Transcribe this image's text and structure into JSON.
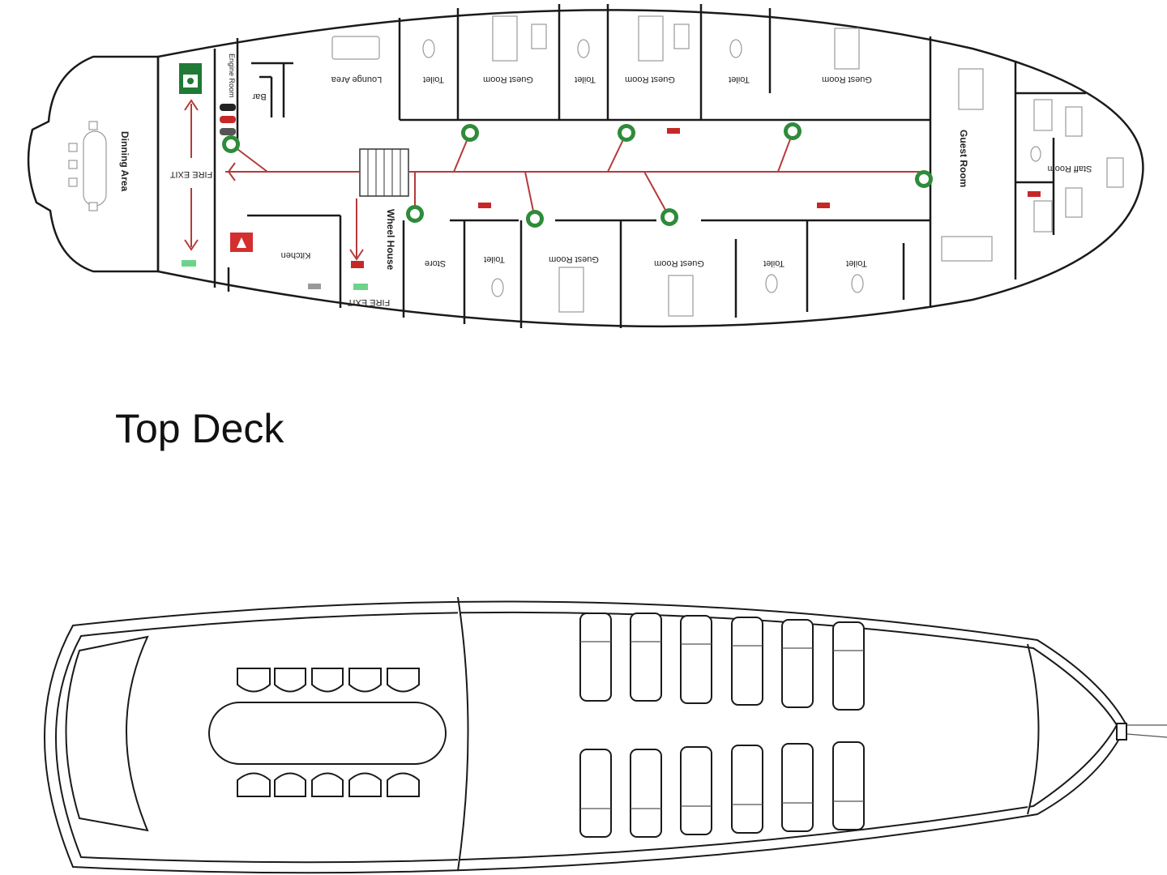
{
  "main_deck": {
    "dining_area": "Dinning Area",
    "engine_room": "Engine Room",
    "bar": "Bar",
    "lounge_area": "Lounge Area",
    "kitchen": "Kitchen",
    "wheel_house": "Wheel House",
    "store": "Store",
    "fire_exit_left": "FIRE EXIT",
    "fire_exit_bottom": "FIRE EXIT",
    "guest_room": "Guest Room",
    "toilet": "Toilet",
    "staff_room": "Staff Room",
    "top_rooms": [
      "Toilet",
      "Guest Room",
      "Toilet",
      "Guest Room",
      "Toilet",
      "Guest Room"
    ],
    "bottom_rooms": [
      "Store",
      "Toilet",
      "Guest Room",
      "Guest Room",
      "Toilet",
      "Toilet"
    ],
    "colors": {
      "route": "#b53a3a",
      "assembly": "#2e8b3a",
      "extinguisher": "#c62828",
      "exit_sign": "#1f9d3a"
    }
  },
  "top_deck": {
    "title": "Top Deck"
  }
}
